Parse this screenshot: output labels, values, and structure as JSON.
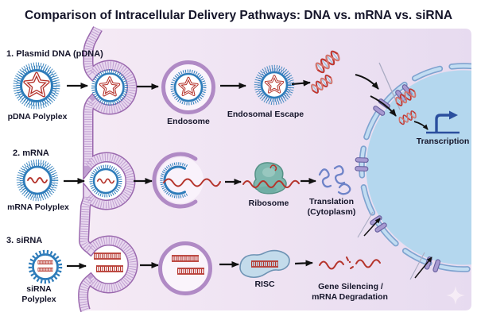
{
  "title": "Comparison of Intracellular Delivery Pathways: DNA vs. mRNA vs. siRNA",
  "sections": {
    "pdna": {
      "number_label": "1. Plasmid DNA (pDNA)",
      "polyplex_label": "pDNA Polyplex",
      "endosome_label": "Endosome",
      "escape_label": "Endosomal Escape",
      "outcome_label": "Transcription"
    },
    "mrna": {
      "number_label": "2. mRNA",
      "polyplex_label": "mRNA Polyplex",
      "ribosome_label": "Ribosome",
      "outcome_label_line1": "Translation",
      "outcome_label_line2": "(Cytoplasm)"
    },
    "sirna": {
      "number_label": "3. siRNA",
      "polyplex_label_line1": "siRNA",
      "polyplex_label_line2": "Polyplex",
      "risc_label": "RISC",
      "outcome_label_line1": "Gene Silencing /",
      "outcome_label_line2": "mRNA Degradation"
    }
  },
  "colors": {
    "cytoplasm": "#efe3f2",
    "membrane_edge": "#9a68ae",
    "membrane_fill": "#e9d9ef",
    "membrane_striation": "#c1a0d2",
    "nucleus_fill": "#b4d7ee",
    "nuclear_envelope": "#7fa3cf",
    "nuclear_pore": "#a79ad1",
    "polyplex_blue": "#2e7cba",
    "nucleic_acid_red": "#b5342c",
    "ribosome_teal": "#7db7ae",
    "risc_blue": "#c3dbeb",
    "protein_periwinkle": "#6e83c8",
    "transcription_blue": "#2b4f9e",
    "arrow_black": "#111111",
    "text": "#15152a"
  }
}
